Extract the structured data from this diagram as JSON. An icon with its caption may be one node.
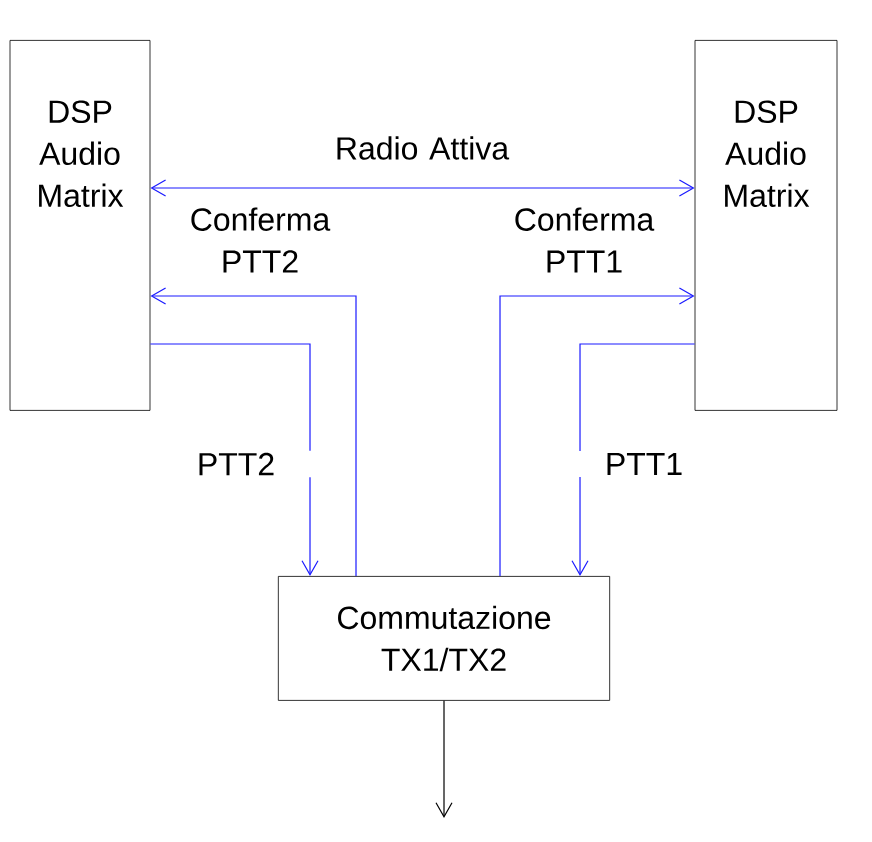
{
  "diagram": {
    "nodes": [
      {
        "text": [
          "DSP Audio Matrix"
        ]
      },
      {
        "text": [
          "DSP Audio Matrix"
        ]
      },
      {
        "text": [
          "Commutazione TX1/TX2"
        ]
      }
    ],
    "edges": [
      {
        "from": 0,
        "to": 1,
        "arrow": "both",
        "label": "Radio Attiva"
      },
      {
        "from": 2,
        "to": 0,
        "arrow": "to",
        "label": "Conferma PTT2"
      },
      {
        "from": 0,
        "to": 2,
        "arrow": "to",
        "label": "PTT2"
      },
      {
        "from": 2,
        "to": 1,
        "arrow": "to",
        "label": "Conferma PTT1"
      },
      {
        "from": 1,
        "to": 2,
        "arrow": "to",
        "label": "PTT1"
      },
      {
        "from": 2,
        "to": null,
        "arrow": "to",
        "color": "#000000"
      }
    ]
  }
}
